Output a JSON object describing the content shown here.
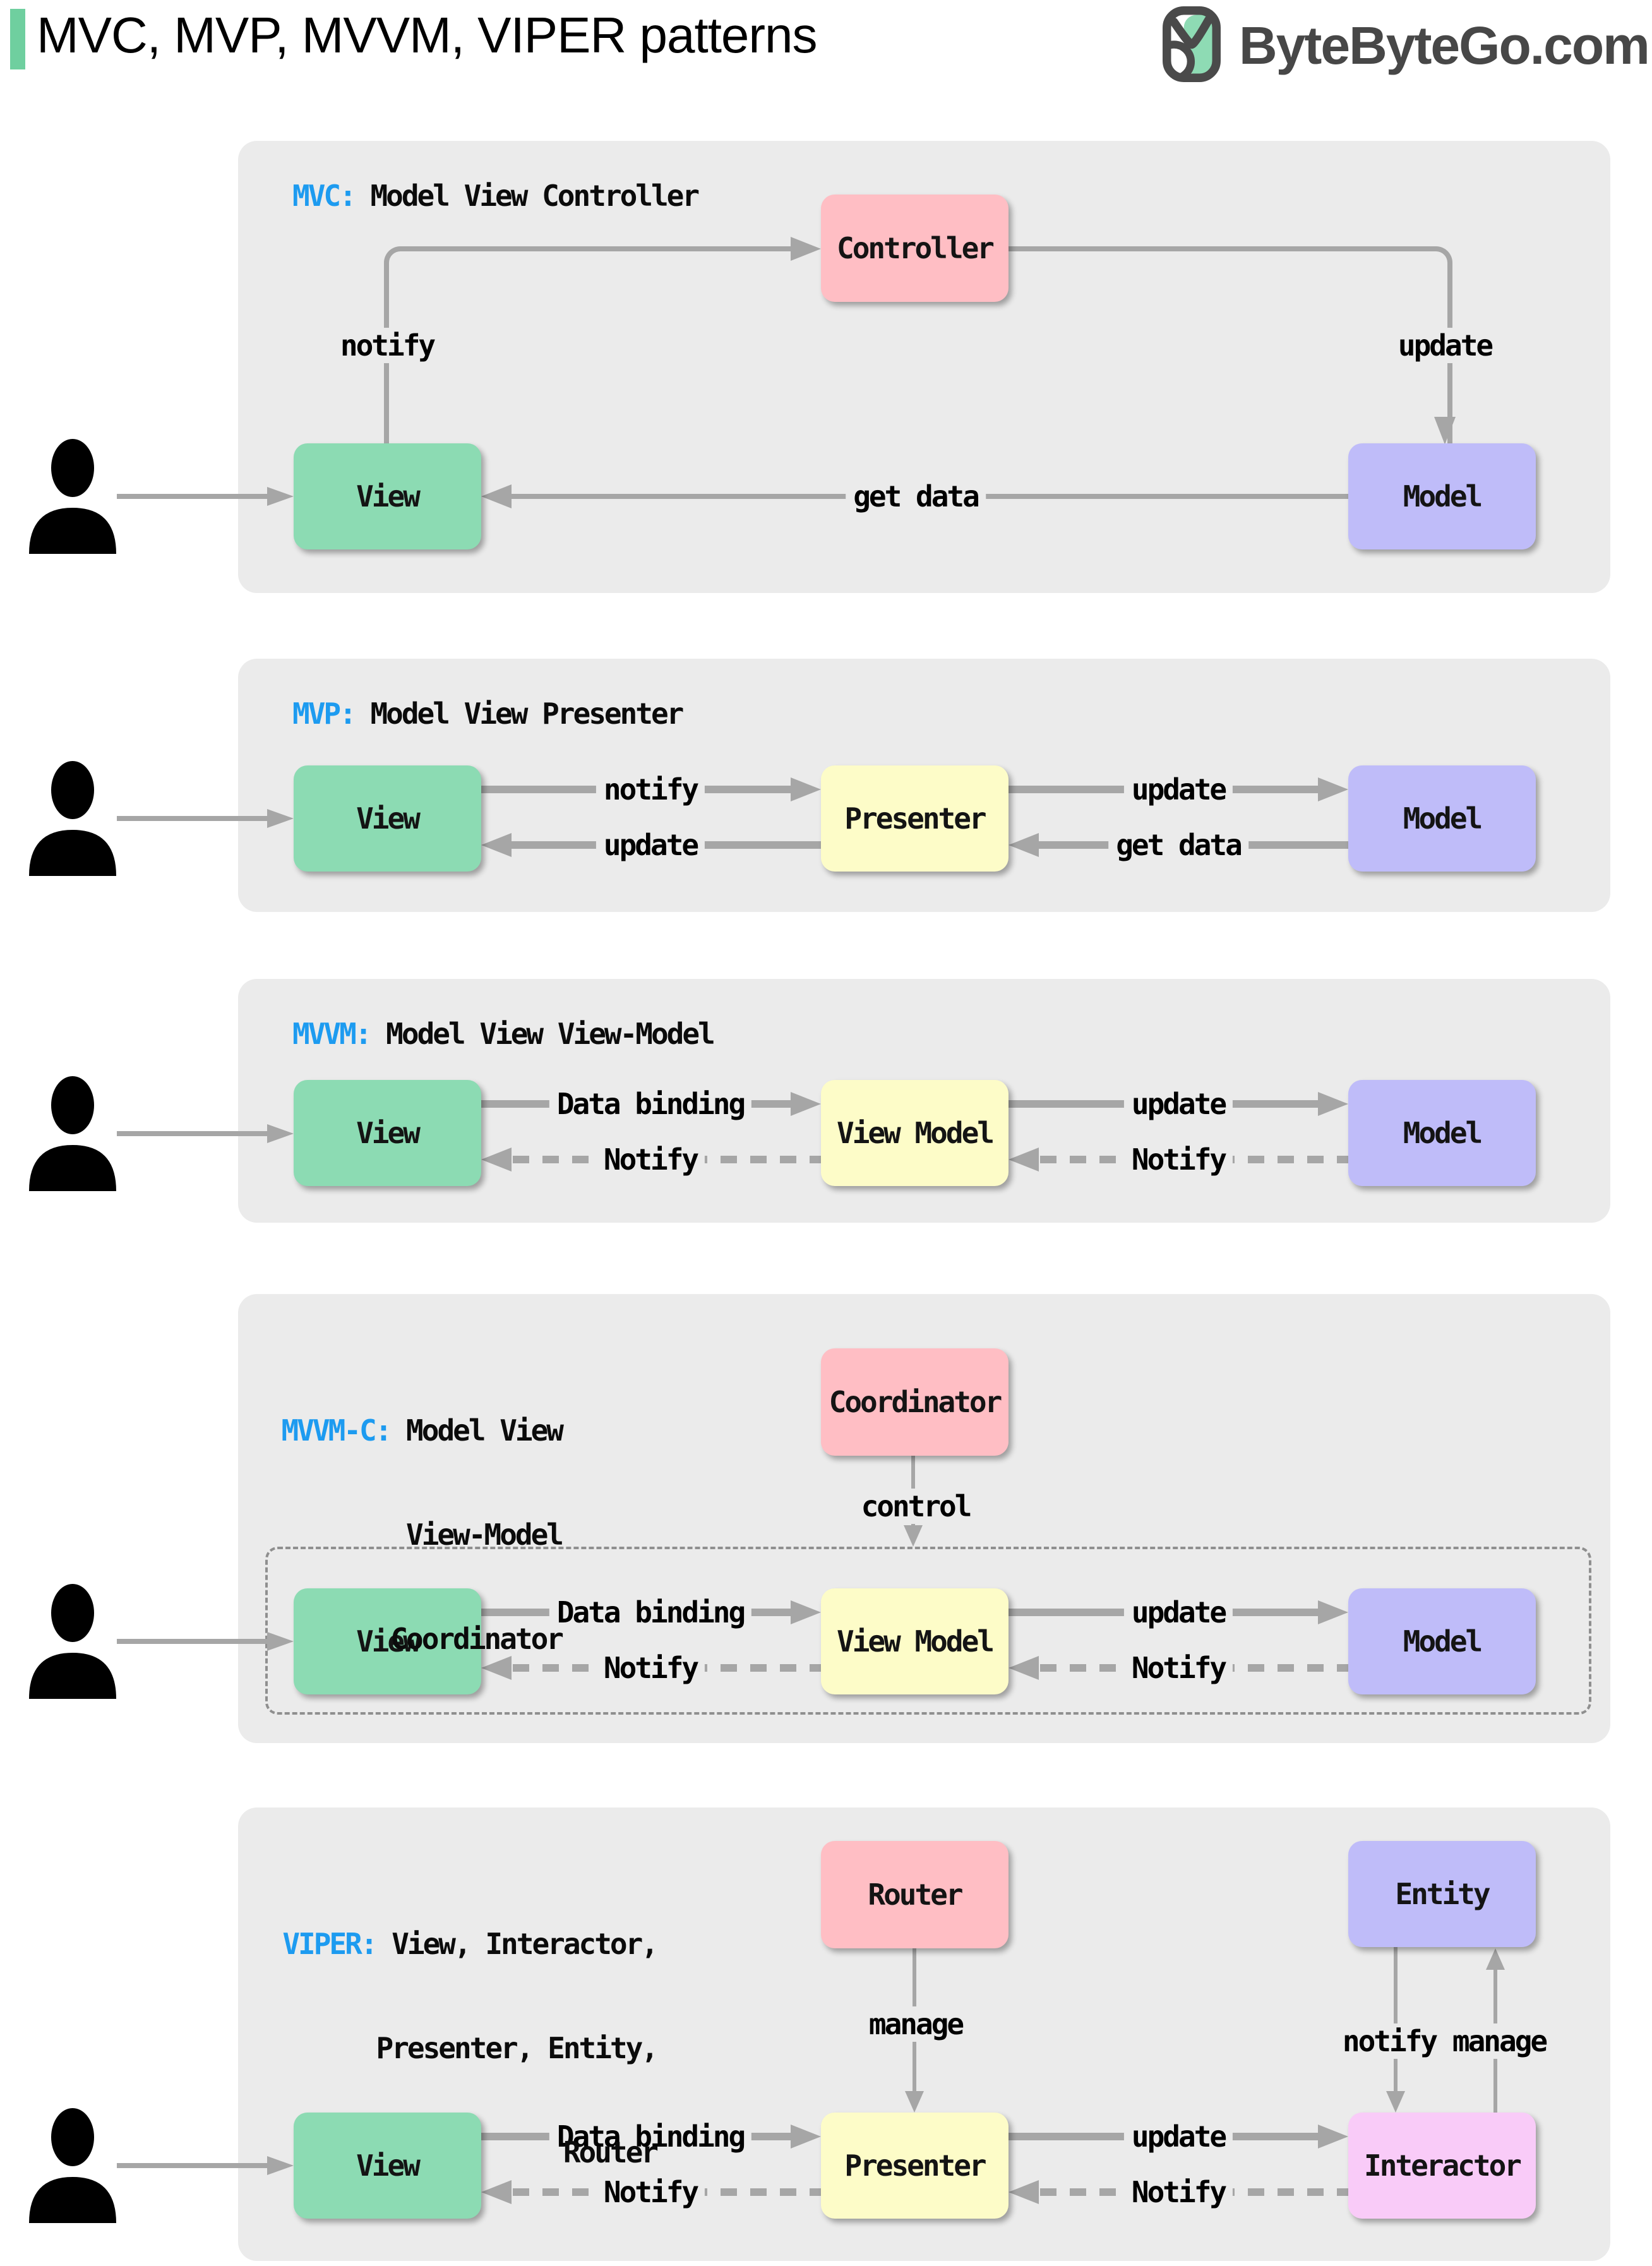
{
  "header": {
    "title": "MVC, MVP, MVVM, VIPER patterns",
    "logo": "ByteByteGo.com"
  },
  "colors": {
    "accent_green": "#6fcf9f",
    "accent_blue": "#1d9bf0",
    "panel_bg": "#ebebeb",
    "box_green": "#8cdbb3",
    "box_pink": "#ffbec4",
    "box_purple": "#bfbcf9",
    "box_yellow": "#fdfcc8",
    "box_magenta": "#f9cbf8",
    "arrow_gray": "#a6a6a6",
    "logo_gray": "#474747"
  },
  "panels": {
    "mvc": {
      "abbr": "MVC:",
      "title": " Model View Controller",
      "boxes": {
        "controller": "Controller",
        "view": "View",
        "model": "Model"
      },
      "labels": {
        "notify": "notify",
        "update": "update",
        "get_data": "get data"
      }
    },
    "mvp": {
      "abbr": "MVP:",
      "title": " Model View Presenter",
      "boxes": {
        "view": "View",
        "presenter": "Presenter",
        "model": "Model"
      },
      "labels": {
        "notify": "notify",
        "update_to_model": "update",
        "update_to_view": "update",
        "get_data": "get data"
      }
    },
    "mvvm": {
      "abbr": "MVVM:",
      "title": " Model View View-Model",
      "boxes": {
        "view": "View",
        "view_model": "View Model",
        "model": "Model"
      },
      "labels": {
        "data_binding": "Data binding",
        "update": "update",
        "notify_to_view": "Notify",
        "notify_to_vm": "Notify"
      }
    },
    "mvvmc": {
      "abbr": "MVVM-C:",
      "title_line1": " Model View",
      "title_line2": "View-Model",
      "title_line3": "Coordinator",
      "boxes": {
        "coordinator": "Coordinator",
        "view": "View",
        "view_model": "View Model",
        "model": "Model"
      },
      "labels": {
        "control": "control",
        "data_binding": "Data binding",
        "update": "update",
        "notify_to_view": "Notify",
        "notify_to_vm": "Notify"
      }
    },
    "viper": {
      "abbr": "VIPER:",
      "title_line1": " View, Interactor,",
      "title_line2": "Presenter, Entity,",
      "title_line3": "Router",
      "boxes": {
        "router": "Router",
        "entity": "Entity",
        "view": "View",
        "presenter": "Presenter",
        "interactor": "Interactor"
      },
      "labels": {
        "manage_router": "manage",
        "notify_entity": "notify",
        "manage_entity": "manage",
        "data_binding": "Data binding",
        "update": "update",
        "notify_to_view": "Notify",
        "notify_to_presenter": "Notify"
      }
    }
  }
}
